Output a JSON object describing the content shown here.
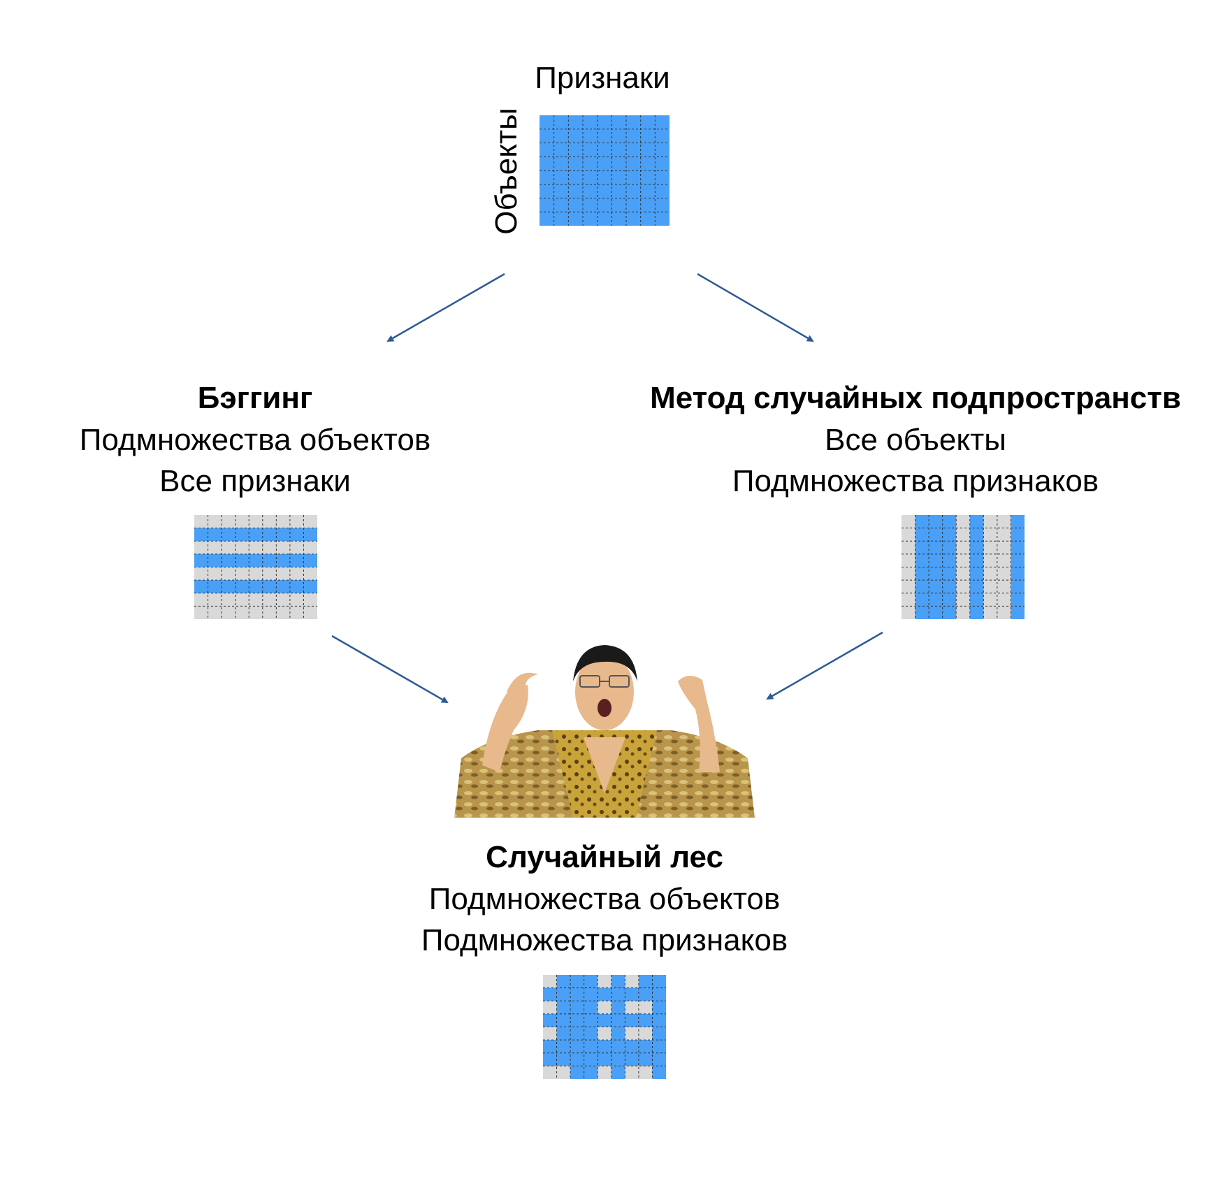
{
  "matrix": {
    "axis_features": "Признаки",
    "axis_objects": "Объекты"
  },
  "bagging": {
    "title": "Бэггинг",
    "line1": "Подмножества объектов",
    "line2": "Все признаки"
  },
  "random_subspaces": {
    "title": "Метод случайных подпространств",
    "line1": "Все объекты",
    "line2": "Подмножества признаков"
  },
  "random_forest": {
    "title": "Случайный лес",
    "line1": "Подмножества объектов",
    "line2": "Подмножества признаков"
  },
  "grids": {
    "rows": 8,
    "cols": 9,
    "full": {
      "blue_rows": "all",
      "blue_cols": "all"
    },
    "bagging": {
      "blue_rows": [
        1,
        3,
        5
      ]
    },
    "subspaces": {
      "blue_cols": [
        1,
        2,
        3,
        5,
        8
      ]
    },
    "forest": [
      "011101011",
      "111111111",
      "011101001",
      "111111111",
      "011101001",
      "111111111",
      "111111111",
      "001101001"
    ]
  },
  "colors": {
    "selected_cell": "#4aa0f6",
    "unselected_cell": "#d9d9d9",
    "arrow": "#2d5a94",
    "grid_line": "#333333"
  },
  "icons": {
    "arrow": "arrow-down-icon",
    "meme": "dancing-man-photo"
  }
}
